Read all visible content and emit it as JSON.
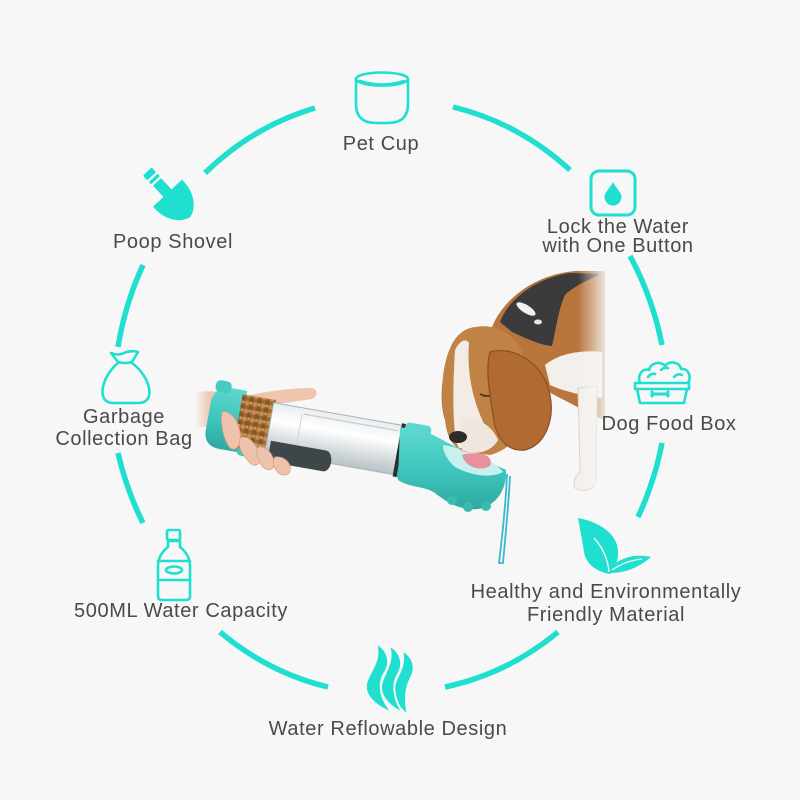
{
  "colors": {
    "background": "#f7f7f7",
    "accent": "#1fdfd0",
    "label_text": "#4a4a4a",
    "product_teal": "#3ec7be"
  },
  "hero": {
    "subject": "beagle-drinking-from-portable-pet-water-bottle"
  },
  "features": [
    {
      "icon": "cup-icon",
      "lines": [
        "Pet Cup"
      ]
    },
    {
      "icon": "water-drop-lock-icon",
      "lines": [
        "Lock the Water",
        "with One Button"
      ]
    },
    {
      "icon": "dog-food-bowl-icon",
      "lines": [
        "Dog Food Box"
      ]
    },
    {
      "icon": "leaf-icon",
      "lines": [
        "Healthy and Environmentally",
        "Friendly Material"
      ]
    },
    {
      "icon": "water-wave-icon",
      "lines": [
        "Water Reflowable Design"
      ]
    },
    {
      "icon": "water-bottle-icon",
      "lines": [
        "500ML Water Capacity"
      ]
    },
    {
      "icon": "garbage-bag-icon",
      "lines": [
        "Garbage",
        "Collection Bag"
      ]
    },
    {
      "icon": "poop-shovel-icon",
      "lines": [
        "Poop Shovel"
      ]
    }
  ]
}
